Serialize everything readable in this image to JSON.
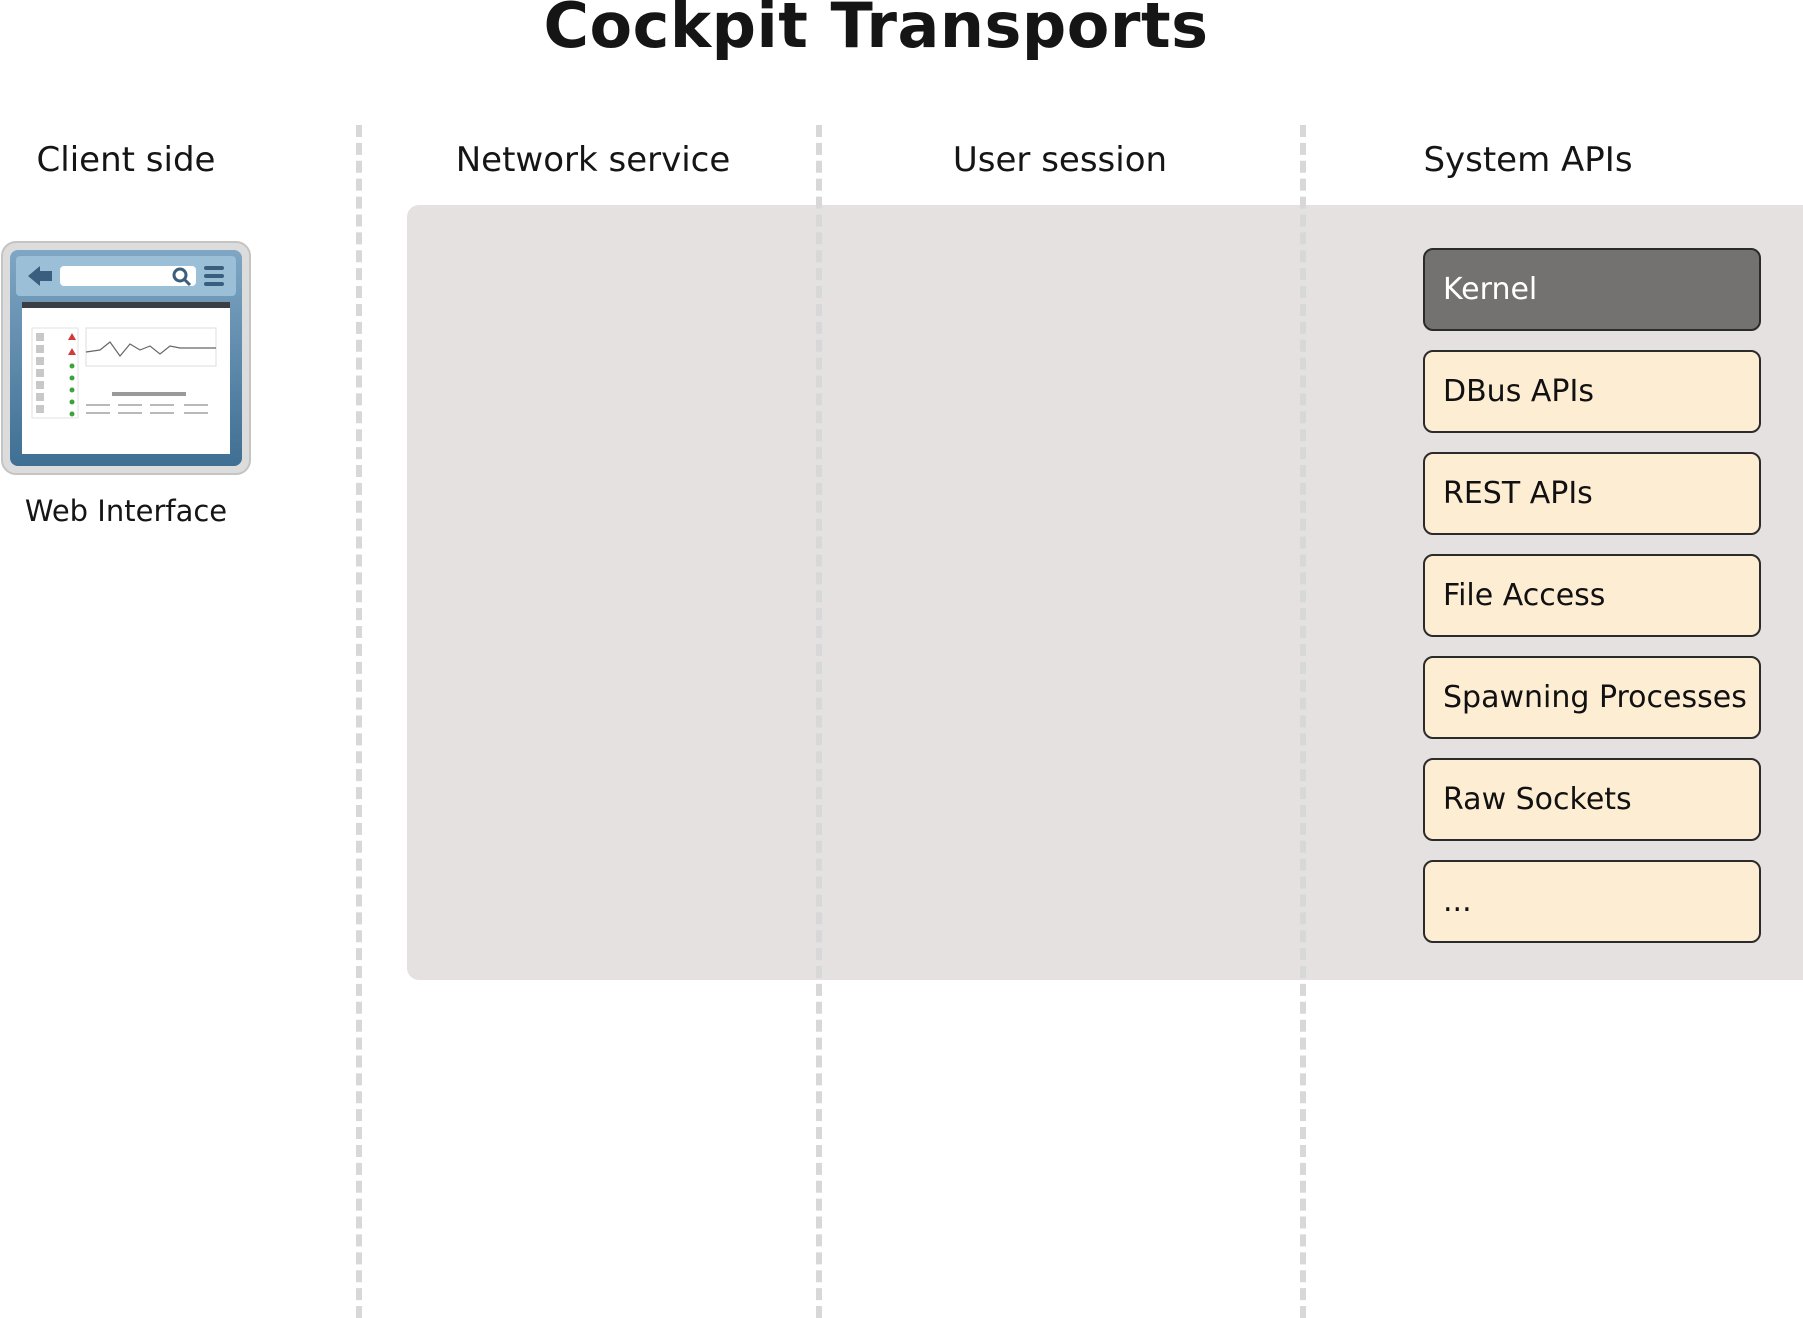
{
  "title": "Cockpit Transports",
  "columns": {
    "client": "Client side",
    "network": "Network service",
    "session": "User session",
    "system": "System APIs"
  },
  "client": {
    "label": "Web Interface",
    "icon": "browser-window-icon"
  },
  "system_apis": {
    "kernel": "Kernel",
    "dbus": "DBus APIs",
    "rest": "REST APIs",
    "file": "File Access",
    "spawn": "Spawning Processes",
    "sockets": "Raw Sockets",
    "more": "..."
  },
  "colors": {
    "backdrop": "#e6e1e1",
    "api_box": "#fdedd3",
    "kernel_box": "#747171",
    "divider": "#d8d8d8"
  }
}
